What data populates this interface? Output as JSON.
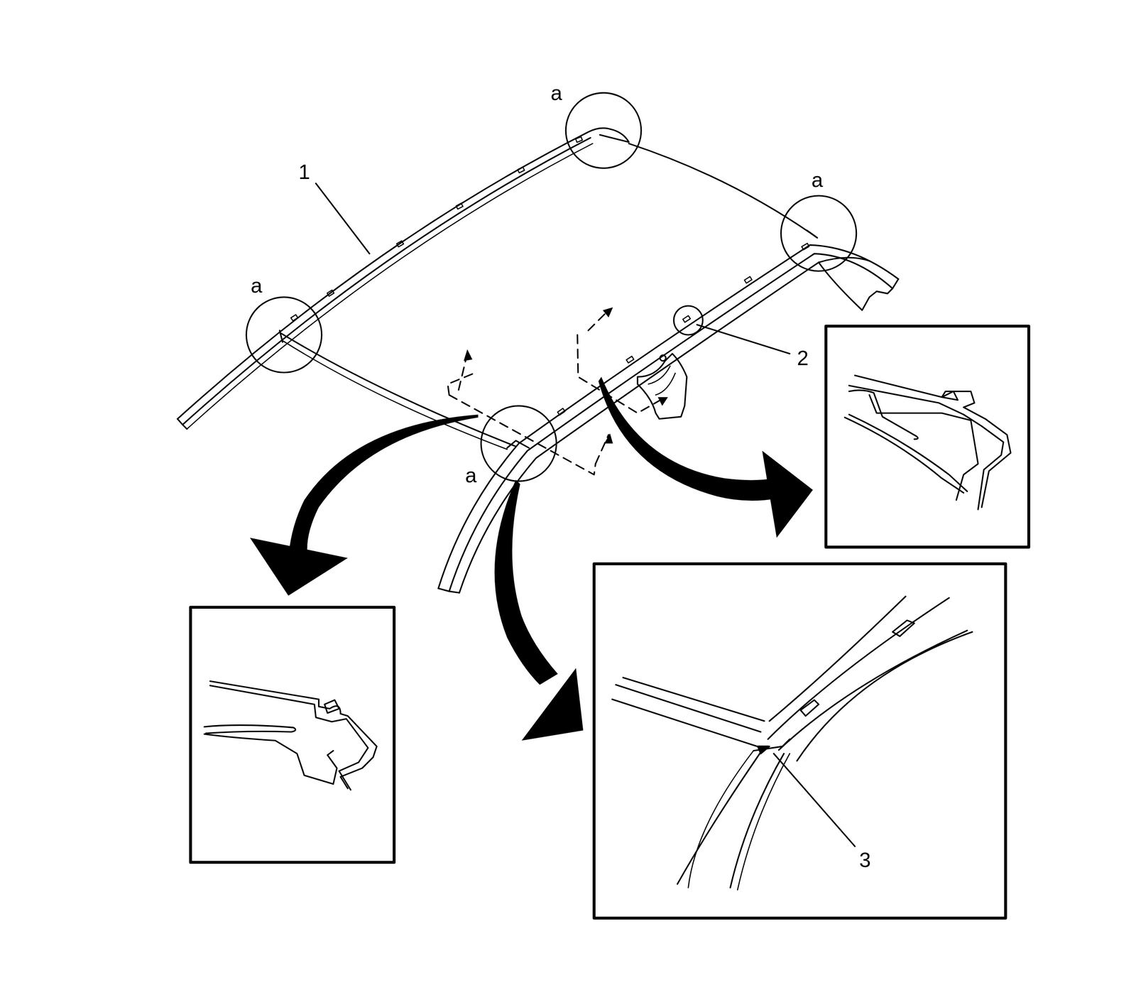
{
  "diagram": {
    "labels": [
      "a",
      "1",
      "a",
      "a",
      "2",
      "a",
      "3"
    ]
  }
}
